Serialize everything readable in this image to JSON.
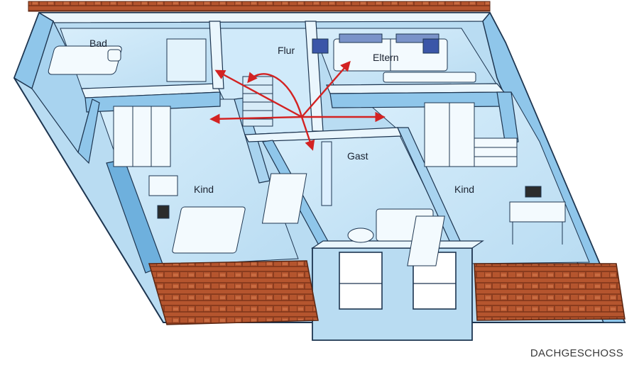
{
  "rooms": {
    "bad": "Bad",
    "flur": "Flur",
    "eltern": "Eltern",
    "kind_left": "Kind",
    "gast": "Gast",
    "kind_right": "Kind"
  },
  "caption": "DACHGESCHOSS",
  "colors": {
    "floor": "#c9e4f5",
    "wall_top": "#eaf6fd",
    "wall_face": "#8fc6ea",
    "wall_shade": "#5fa6d6",
    "outline": "#1d3550",
    "roof_tile": "#b5552e",
    "roof_dark": "#7c3319",
    "arrow": "#d32222"
  }
}
